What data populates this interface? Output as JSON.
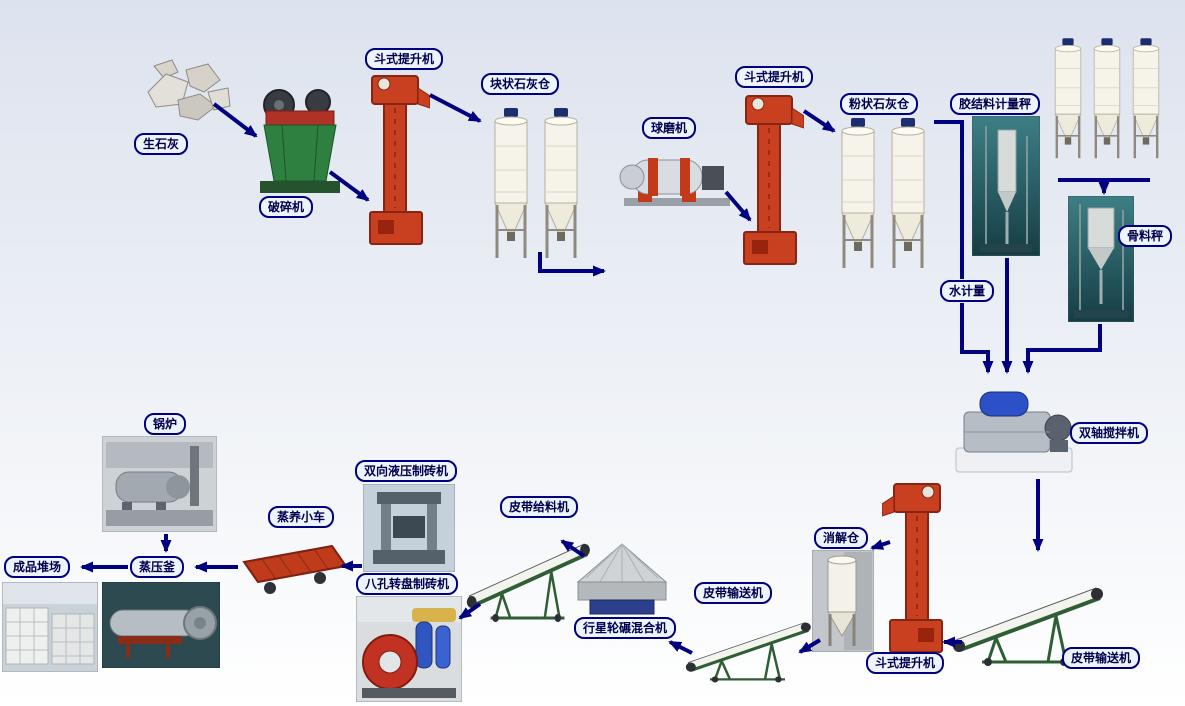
{
  "diagram": {
    "palette": {
      "arrow": "#000080",
      "label_border": "#000080",
      "label_bg": "#eef4fd",
      "label_text": "#00004d",
      "bg_top": "#dde3ee",
      "bg_bottom": "#ffffff"
    },
    "labels": {
      "quicklime": "生石灰",
      "crusher": "破碎机",
      "bucket_elevator_1": "斗式提升机",
      "lump_lime_silo": "块状石灰仓",
      "ball_mill": "球磨机",
      "bucket_elevator_2": "斗式提升机",
      "powder_lime_silo": "粉状石灰仓",
      "binder_metering_scale": "胶结料计量秤",
      "aggregate_scale": "骨料秤",
      "water_metering": "水计量",
      "twin_shaft_mixer": "双轴搅拌机",
      "belt_conveyor_right": "皮带输送机",
      "bucket_elevator_3": "斗式提升机",
      "digestion_silo": "消解仓",
      "belt_conveyor_mid": "皮带输送机",
      "planetary_wheel_mixer": "行星轮碾混合机",
      "belt_feeder": "皮带给料机",
      "eight_hole_rotary_brick_machine": "八孔转盘制砖机",
      "two_way_hydraulic_brick_machine": "双向液压制砖机",
      "steam_curing_trolley": "蒸养小车",
      "autoclave": "蒸压釜",
      "boiler": "锅炉",
      "finished_product_yard": "成品堆场"
    }
  }
}
